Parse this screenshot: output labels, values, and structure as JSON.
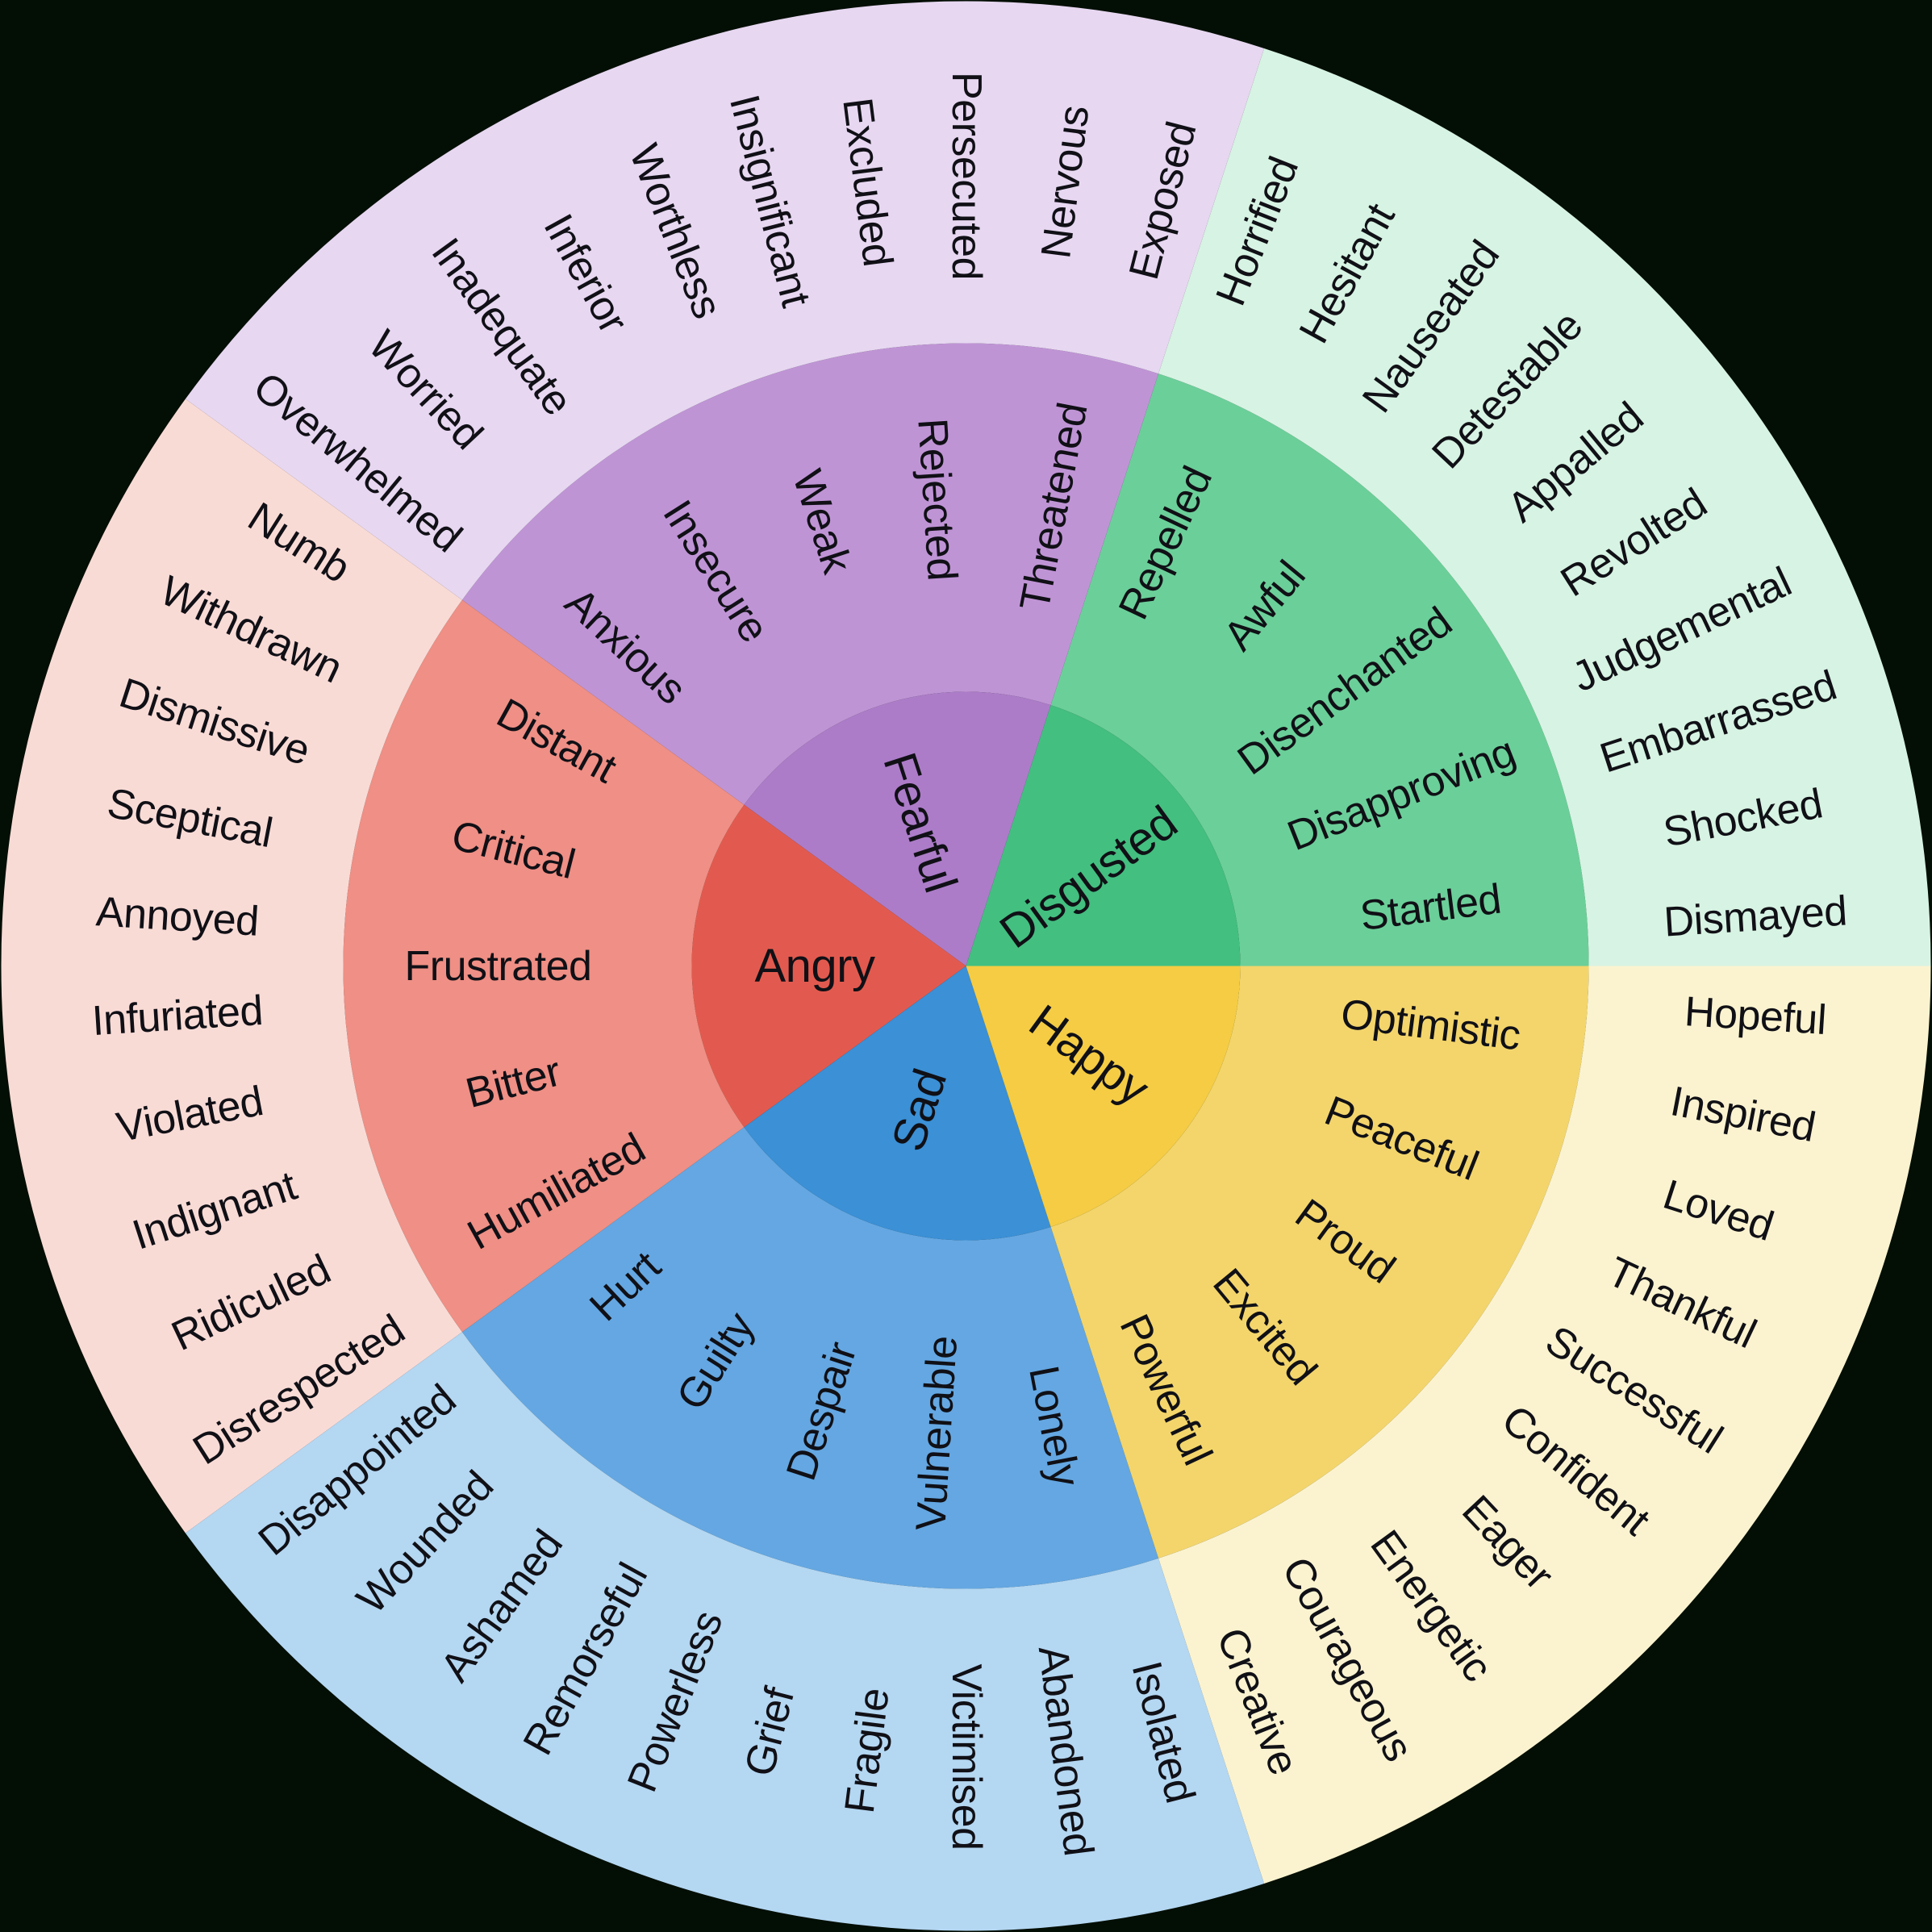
{
  "canvas": {
    "size": 2395
  },
  "colors": {
    "background": "#030e04",
    "text": "#101016"
  },
  "wheel": {
    "type": "emotion-wheel-sunburst",
    "rings": {
      "inner_radius": 340,
      "middle_radius": 772,
      "outer_radius": 1196
    },
    "label_bands": {
      "core": [
        30,
        345
      ],
      "middle": [
        400,
        760
      ],
      "outer": [
        775,
        1185
      ]
    },
    "segments": [
      {
        "id": "disgusted",
        "core": "Disgusted",
        "start_angle": 0,
        "end_angle": 72,
        "colors": {
          "inner": "#43bf80",
          "middle": "#6bcf99",
          "outer": "#d7f3e3"
        },
        "middle": [
          "Startled",
          "Disapproving",
          "Disenchanted",
          "Awful",
          "Repelled"
        ],
        "outer": [
          "Dismayed",
          "Shocked",
          "Embarrassed",
          "Judgemental",
          "Revolted",
          "Appalled",
          "Detestable",
          "Nauseated",
          "Hesitant",
          "Horrified"
        ]
      },
      {
        "id": "fearful",
        "core": "Fearful",
        "start_angle": 72,
        "end_angle": 144,
        "colors": {
          "inner": "#ac7cc8",
          "middle": "#bf94d5",
          "outer": "#e7d7f1"
        },
        "middle": [
          "Threatened",
          "Rejected",
          "Weak",
          "Insecure",
          "Anxious"
        ],
        "outer": [
          "Exposed",
          "Nervous",
          "Persecuted",
          "Excluded",
          "Insignificant",
          "Worthless",
          "Inferior",
          "Inadequate",
          "Worried",
          "Overwhelmed"
        ]
      },
      {
        "id": "angry",
        "core": "Angry",
        "start_angle": 144,
        "end_angle": 216,
        "colors": {
          "inner": "#e25a4f",
          "middle": "#ef8f85",
          "outer": "#f9dbd6"
        },
        "middle": [
          "Distant",
          "Critical",
          "Frustrated",
          "Bitter",
          "Humiliated"
        ],
        "outer": [
          "Numb",
          "Withdrawn",
          "Dismissive",
          "Sceptical",
          "Annoyed",
          "Infuriated",
          "Violated",
          "Indignant",
          "Ridiculed",
          "Disrespected"
        ]
      },
      {
        "id": "sad",
        "core": "Sad",
        "start_angle": 216,
        "end_angle": 288,
        "colors": {
          "inner": "#3b90d6",
          "middle": "#64a7e2",
          "outer": "#b4d7f2"
        },
        "middle": [
          "Hurt",
          "Guilty",
          "Despair",
          "Vulnerable",
          "Lonely"
        ],
        "outer": [
          "Disappointed",
          "Wounded",
          "Ashamed",
          "Remorseful",
          "Powerless",
          "Grief",
          "Fragile",
          "Victimised",
          "Abandoned",
          "Isolated"
        ]
      },
      {
        "id": "happy",
        "core": "Happy",
        "start_angle": 288,
        "end_angle": 360,
        "colors": {
          "inner": "#f5cc43",
          "middle": "#f3d56b",
          "outer": "#fbf3d0"
        },
        "middle": [
          "Powerful",
          "Excited",
          "Proud",
          "Peaceful",
          "Optimistic"
        ],
        "outer": [
          "Creative",
          "Courageous",
          "Energetic",
          "Eager",
          "Confident",
          "Successful",
          "Thankful",
          "Loved",
          "Inspired",
          "Hopeful"
        ]
      }
    ]
  }
}
